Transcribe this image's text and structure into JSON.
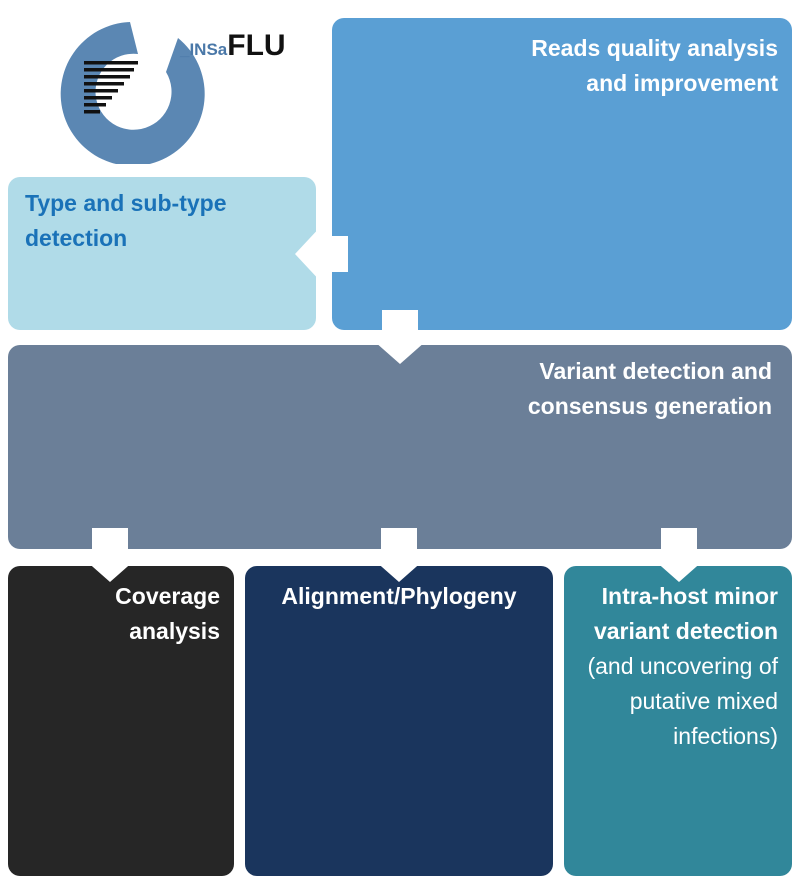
{
  "logo": {
    "prefix": "_INSa",
    "brand": "FLU",
    "colors": {
      "ring": "#5b87b3",
      "bars": "#111111",
      "prefix": "#4a78a8",
      "brand": "#111111"
    }
  },
  "boxes": {
    "reads_quality": {
      "line1": "Reads quality analysis",
      "line2": "and improvement",
      "color": "#5a9fd4"
    },
    "type_subtype": {
      "line1": "Type and sub-type",
      "line2": "detection",
      "color": "#b0dbe8",
      "text_color": "#1a72b8"
    },
    "variant_detection": {
      "line1": "Variant detection and",
      "line2": "consensus generation",
      "color": "#6b7f98"
    },
    "coverage": {
      "line1": "Coverage",
      "line2": "analysis",
      "color": "#262626"
    },
    "alignment": {
      "line1": "Alignment/Phylogeny",
      "color": "#1a355d"
    },
    "intrahost": {
      "line1": "Intra-host minor",
      "line2": "variant detection",
      "line3": "(and uncovering of",
      "line4": "putative mixed",
      "line5": "infections)",
      "color": "#31879a"
    }
  },
  "arrow_color": "#ffffff"
}
